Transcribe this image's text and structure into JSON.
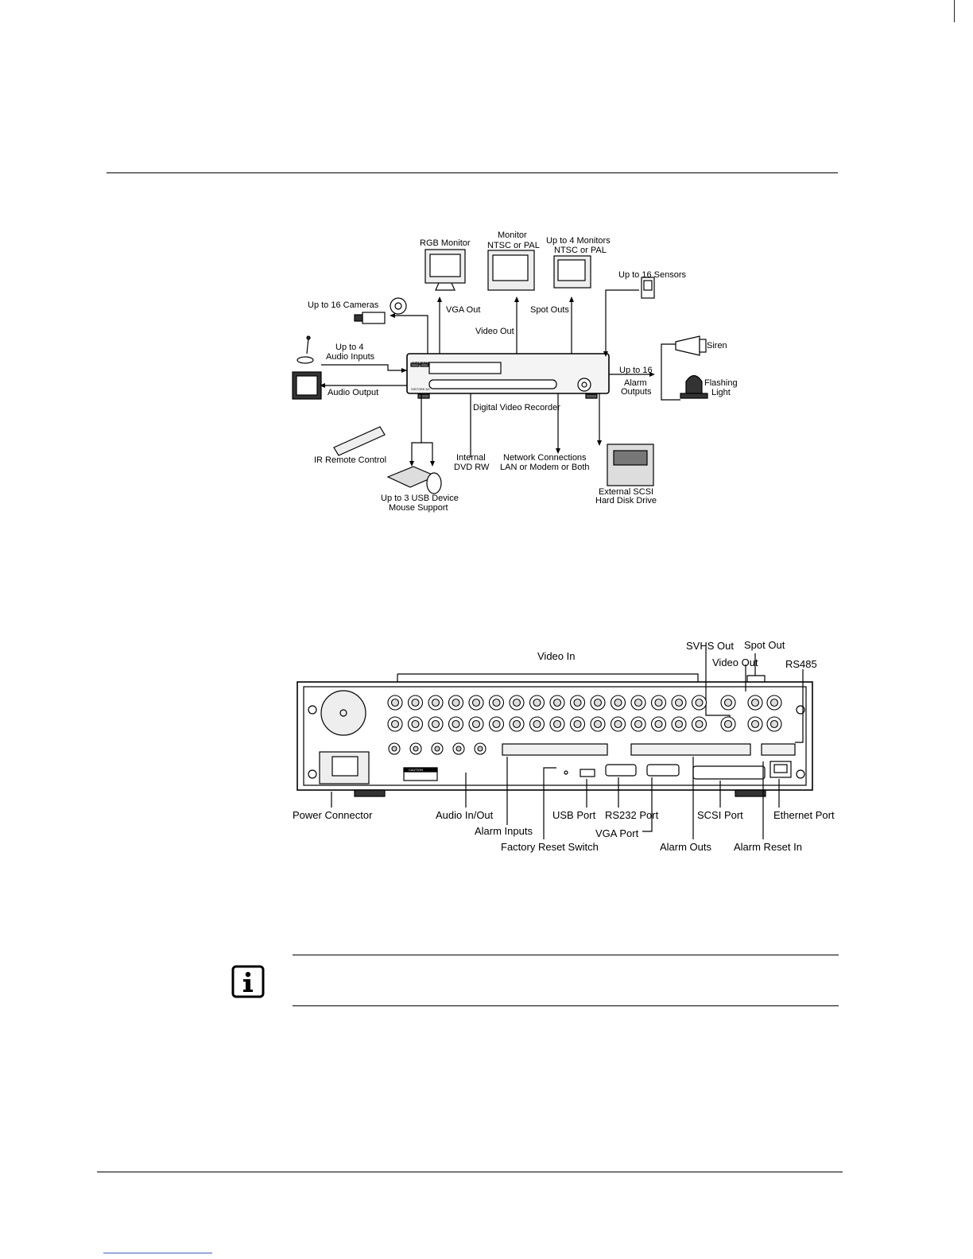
{
  "diagram1": {
    "rgb_monitor": "RGB Monitor",
    "monitor_line1": "Monitor",
    "monitor_line2": "NTSC or PAL",
    "spot_monitors_line1": "Up to 4 Monitors",
    "spot_monitors_line2": "NTSC or PAL",
    "sensors": "Up to 16 Sensors",
    "cameras": "Up to 16 Cameras",
    "vga_out": "VGA Out",
    "spot_outs": "Spot Outs",
    "video_out": "Video Out",
    "audio_inputs_line1": "Up to 4",
    "audio_inputs_line2": "Audio Inputs",
    "audio_output": "Audio Output",
    "siren": "Siren",
    "alarm_outputs_line1": "Up to 16",
    "alarm_outputs_line2": "Alarm",
    "alarm_outputs_line3": "Outputs",
    "flashing_light_line1": "Flashing",
    "flashing_light_line2": "Light",
    "dvr": "Digital Video Recorder",
    "ir_remote": "IR Remote Control",
    "dvd_line1": "Internal",
    "dvd_line2": "DVD RW",
    "network_line1": "Network Connections",
    "network_line2": "LAN or Modem or Both",
    "usb_line1": "Up to 3 USB Device",
    "usb_line2": "Mouse Support",
    "scsi_drive_line1": "External SCSI",
    "scsi_drive_line2": "Hard Disk Drive",
    "brand": "SIEMENS",
    "model": "SISTORE AX"
  },
  "diagram2": {
    "video_in": "Video In",
    "svhs_out": "SVHS Out",
    "spot_out": "Spot Out",
    "video_out": "Video Out",
    "rs485": "RS485",
    "power_connector": "Power Connector",
    "audio_in_out": "Audio In/Out",
    "alarm_inputs": "Alarm Inputs",
    "factory_reset": "Factory Reset Switch",
    "usb_port": "USB Port",
    "rs232_port": "RS232 Port",
    "vga_port": "VGA Port",
    "alarm_outs": "Alarm Outs",
    "scsi_port": "SCSI Port",
    "alarm_reset_in": "Alarm Reset In",
    "ethernet_port": "Ethernet Port",
    "caution": "CAUTION"
  },
  "note": {
    "icon": "info-icon"
  }
}
